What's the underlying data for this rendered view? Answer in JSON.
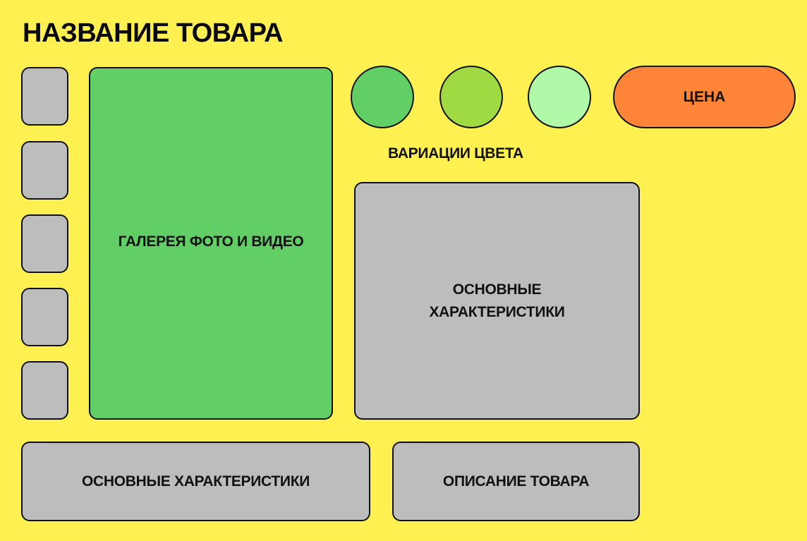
{
  "title": "НАЗВАНИЕ ТОВАРА",
  "thumbnails": [
    {
      "label": ""
    },
    {
      "label": ""
    },
    {
      "label": ""
    },
    {
      "label": ""
    },
    {
      "label": ""
    }
  ],
  "gallery": {
    "label": "ГАЛЕРЕЯ ФОТО И ВИДЕО",
    "color": "#62cf66"
  },
  "color_variations": {
    "label": "ВАРИАЦИИ ЦВЕТА",
    "swatches": [
      {
        "color": "#62cf66"
      },
      {
        "color": "#a0da43"
      },
      {
        "color": "#b0f9a9"
      }
    ]
  },
  "price": {
    "label": "ЦЕНА",
    "color": "#fe8437"
  },
  "specs_main": {
    "line1": "ОСНОВНЫЕ",
    "line2": "ХАРАКТЕРИСТИКИ"
  },
  "specs_bottom": {
    "label": "ОСНОВНЫЕ ХАРАКТЕРИСТИКИ"
  },
  "description": {
    "label": "ОПИСАНИЕ ТОВАРА"
  },
  "colors": {
    "background": "#fef050",
    "placeholder": "#bdbdbd",
    "border": "#111111"
  }
}
